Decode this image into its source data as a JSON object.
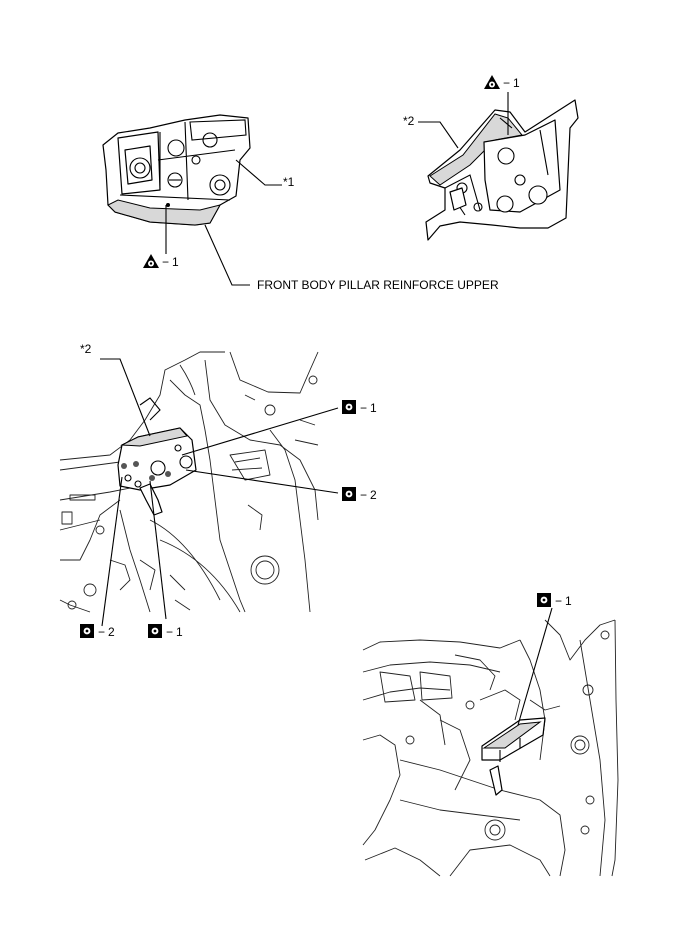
{
  "callouts": {
    "part_name": "FRONT BODY PILLAR REINFORCE UPPER",
    "ref1": "*1",
    "ref2_top": "*2",
    "ref2_mid": "*2",
    "weld_tri_left": "1",
    "weld_tri_right": "1",
    "weld_sq_a": "1",
    "weld_sq_b": "2",
    "weld_sq_c": "2",
    "weld_sq_d": "1",
    "weld_sq_e": "1"
  },
  "dash": "−",
  "icons": {
    "triangle_weld": "triangle-weld-symbol-icon",
    "square_weld": "square-weld-symbol-icon"
  }
}
